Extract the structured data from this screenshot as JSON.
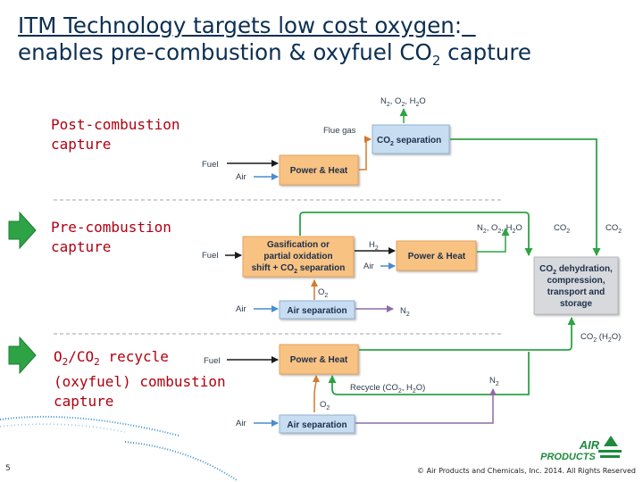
{
  "slide": {
    "title_line1_prefix": "ITM Technology targets low cost oxygen",
    "title_line1_colon": ":",
    "title_line2": "enables pre-combustion & oxyfuel CO",
    "title_sub": "2",
    "title_line2_end": " capture",
    "page_number": "5",
    "copyright": "© Air Products and Chemicals, Inc. 2014. All Rights Reserved",
    "logo": {
      "line1": "AIR",
      "line2": "PRODUCTS"
    }
  },
  "sections": {
    "post": {
      "label": "Post-combustion\ncapture"
    },
    "pre": {
      "label": "Pre-combustion\ncapture"
    },
    "oxy": {
      "label_o": "O",
      "label_2a": "2",
      "label_mid": "/CO",
      "label_2b": "2",
      "label_rest": " recycle\n(oxyfuel) combustion\ncapture"
    }
  },
  "diagram": {
    "post": {
      "fuel": "Fuel",
      "air": "Air",
      "power_heat": "Power & Heat",
      "flue_gas": "Flue gas",
      "co2_sep_a": "CO",
      "co2_sep_sub": "2",
      "co2_sep_b": " separation",
      "top_out_n": "N",
      "top_out_s1": "2",
      "top_out_m": ", O",
      "top_out_s2": "2",
      "top_out_h": ", H",
      "top_out_s3": "2",
      "top_out_e": "O"
    },
    "pre": {
      "fuel": "Fuel",
      "gasif_l1": "Gasification or",
      "gasif_l2": "partial oxidation",
      "gasif_l3a": "shift + CO",
      "gasif_l3s": "2",
      "gasif_l3b": " separation",
      "h2": "H",
      "h2_sub": "2",
      "air_small": "Air",
      "power_heat": "Power & Heat",
      "out_n": "N",
      "out_s1": "2",
      "out_m": ", O",
      "out_s2": "2",
      "out_h": ", H",
      "out_s3": "2",
      "out_e": "O",
      "co2_mid": "CO",
      "co2_mid_sub": "2",
      "co2_right": "CO",
      "co2_right_sub": "2",
      "o2": "O",
      "o2_sub": "2",
      "air": "Air",
      "air_sep": "Air separation",
      "n2": "N",
      "n2_sub": "2"
    },
    "storage": {
      "l1a": "CO",
      "l1s": "2",
      "l1b": " dehydration,",
      "l2": "compression,",
      "l3": "transport and",
      "l4": "storage"
    },
    "oxy": {
      "co2_h2o_a": "CO",
      "co2_h2o_s": "2",
      "co2_h2o_b": " (H",
      "co2_h2o_s2": "2",
      "co2_h2o_c": "O)",
      "fuel": "Fuel",
      "power_heat": "Power & Heat",
      "recycle_a": "Recycle (CO",
      "recycle_s1": "2",
      "recycle_b": ", H",
      "recycle_s2": "2",
      "recycle_c": "O)",
      "n2": "N",
      "n2_sub": "2",
      "o2": "O",
      "o2_sub": "2",
      "air": "Air",
      "air_sep": "Air separation"
    }
  },
  "colors": {
    "title": "#0c2f52",
    "section_label": "#b00010",
    "orange_box": "#f8c282",
    "blue_box": "#c7ddf2",
    "grey_box": "#d7d9dc",
    "green_arrow": "#2ea346",
    "blue_arrow": "#4a8ccf",
    "purple_arrow": "#8c6aa6",
    "black_arrow": "#1a1a1a",
    "orange_arrow": "#d47a2c"
  }
}
